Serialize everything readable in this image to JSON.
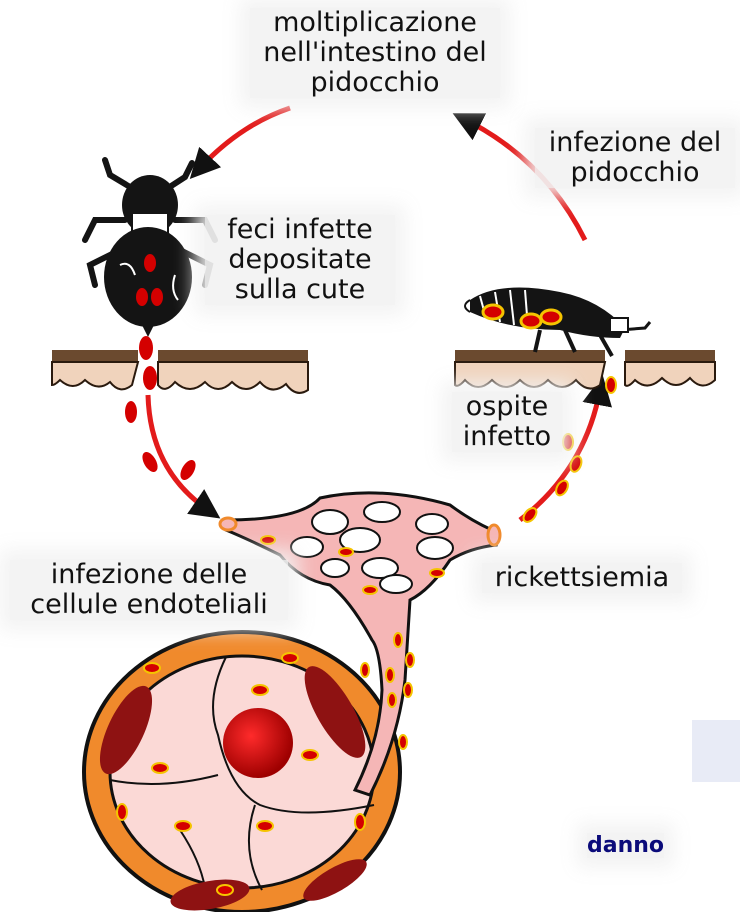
{
  "labels": {
    "top": "moltiplicazione\nnell'intestino del\npidocchio",
    "louse_infection": "infezione del\npidocchio",
    "feces": "feci infette\ndepositate\nsulla cute",
    "infected_host": "ospite\ninfetto",
    "endothelial": "infezione delle\ncellule endoteliali",
    "rickettsemia": "rickettsiemia",
    "damage_cut": "danno"
  },
  "colors": {
    "arrow": "#e31b1b",
    "bacteria": "#d40000",
    "vessel": "#f5b6b6",
    "tissue_outer": "#f08a2c",
    "tissue_inner": "#fbd9d6",
    "skin": "#f0d3bc",
    "skin_top": "#6b4a2f",
    "louse": "#141414",
    "damage_text": "#0b0b7a"
  }
}
